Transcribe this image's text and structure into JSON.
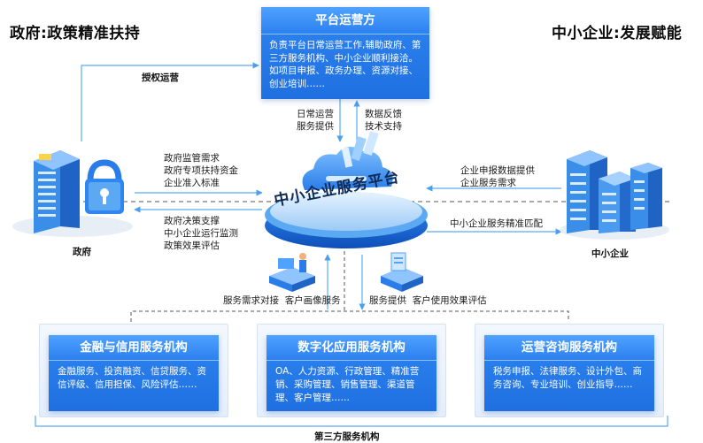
{
  "headers": {
    "government_side": "政府:政策精准扶持",
    "sme_side": "中小企业:发展赋能"
  },
  "operator": {
    "title": "平台运营方",
    "body": "负责平台日常运营工作,辅助政府、第三方服务机构、中小企业顺利接洽。如项目申报、政务办理、资源对接、创业培训……"
  },
  "labels": {
    "authorize": "授权运营",
    "daily_ops_1": "日常运营",
    "daily_ops_2": "服务提供",
    "feedback_1": "数据反馈",
    "feedback_2": "技术支持",
    "gov_to_platform_1": "政府监管需求",
    "gov_to_platform_2": "政府专项扶持资金",
    "gov_to_platform_3": "企业准入标准",
    "platform_to_gov_1": "政府决策支撑",
    "platform_to_gov_2": "中小企业运行监测",
    "platform_to_gov_3": "政策效果评估",
    "sme_to_platform_1": "企业申报数据提供",
    "sme_to_platform_2": "企业服务需求",
    "platform_to_sme": "中小企业服务精准匹配",
    "service_left": "服务需求对接",
    "service_left_2": "客户画像服务",
    "service_right": "服务提供",
    "service_right_2": "客户使用效果评估",
    "government": "政府",
    "sme": "中小企业",
    "third_party": "第三方服务机构"
  },
  "platform": {
    "name": "中小企业服务平台"
  },
  "institutions": [
    {
      "title": "金融与信用服务机构",
      "body": "金融服务、投资融资、信贷服务、资信评级、信用担保、风险评估……"
    },
    {
      "title": "数字化应用服务机构",
      "body": "OA、人力资源、行政管理、精准营销、采购管理、销售管理、渠道管理、客户管理……"
    },
    {
      "title": "运营咨询服务机构",
      "body": "税务申报、法律服务、设计外包、商务咨询、专业培训、创业指导……"
    }
  ],
  "colors": {
    "primary_blue": "#2a7de9",
    "line_blue": "#5aa9f2",
    "dash_gray": "#555555"
  }
}
